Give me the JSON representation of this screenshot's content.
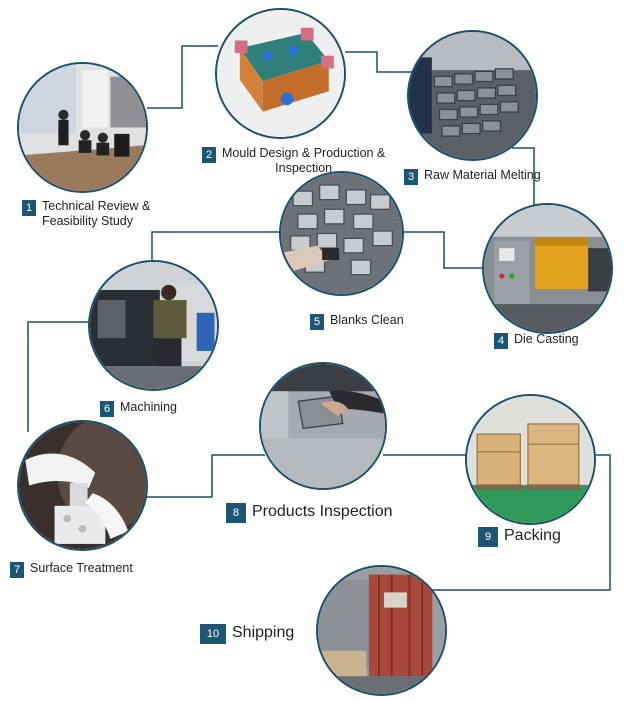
{
  "colors": {
    "line": "#1b4f6b",
    "badge": "#1d5673"
  },
  "steps": [
    {
      "num": "1",
      "title": "Technical Review &\nFeasibility Study"
    },
    {
      "num": "2",
      "title": "Mould Design & Production &\nInspection"
    },
    {
      "num": "3",
      "title": "Raw Material Melting"
    },
    {
      "num": "4",
      "title": "Die Casting"
    },
    {
      "num": "5",
      "title": "Blanks Clean"
    },
    {
      "num": "6",
      "title": "Machining"
    },
    {
      "num": "7",
      "title": "Surface Treatment"
    },
    {
      "num": "8",
      "title": "Products Inspection"
    },
    {
      "num": "9",
      "title": "Packing"
    },
    {
      "num": "10",
      "title": "Shipping"
    }
  ]
}
